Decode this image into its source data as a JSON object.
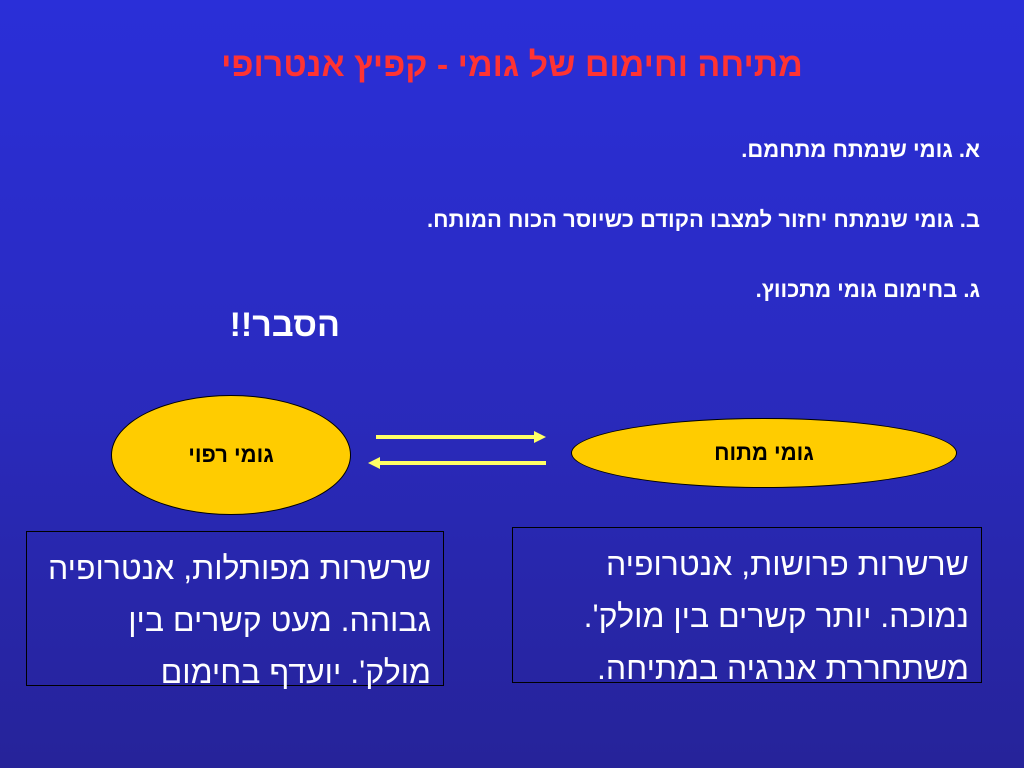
{
  "slide": {
    "title": "מתיחה וחימום של גומי - קפיץ אנטרופי",
    "items": [
      "א. גומי שנמתח מתחמם.",
      "ב. גומי שנמתח יחזור למצבו הקודם כשיוסר הכוח המותח.",
      "ג. בחימום גומי מתכווץ."
    ],
    "explanation": "הסבר!!",
    "loose_rubber_label": "גומי רפוי",
    "stretched_rubber_label": "גומי מתוח",
    "loose_description": "שרשרות מפותלות, אנטרופיה גבוהה. מעט קשרים בין מולק'. יועדף בחימום",
    "stretched_description": "שרשרות פרושות, אנטרופיה נמוכה. יותר קשרים בין מולק'. משתחררת אנרגיה במתיחה.",
    "colors": {
      "background": "#2a2bc2",
      "title": "#ff3333",
      "ellipse_fill": "#ffcc00",
      "arrows": "#ffff66",
      "text": "#ffffff"
    }
  }
}
